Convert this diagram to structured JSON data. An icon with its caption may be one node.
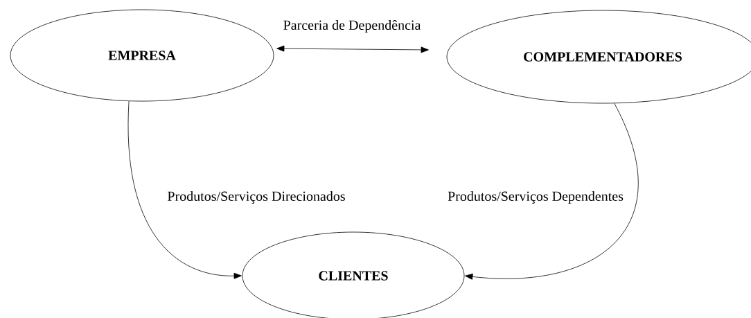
{
  "diagram": {
    "nodes": [
      {
        "text": [
          "EMPRESA"
        ]
      },
      {
        "text": [
          "COMPLEMENTADORES"
        ]
      },
      {
        "text": [
          "CLIENTES"
        ]
      }
    ],
    "edges": [
      {
        "from": 0,
        "to": 1,
        "arrow": "both",
        "label": "Parceria de Dependência"
      },
      {
        "from": 0,
        "to": 2,
        "arrow": "to",
        "label": "Produtos/Serviços Direcionados"
      },
      {
        "from": 1,
        "to": 2,
        "arrow": "to",
        "label": "Produtos/Serviços Dependentes"
      }
    ]
  }
}
